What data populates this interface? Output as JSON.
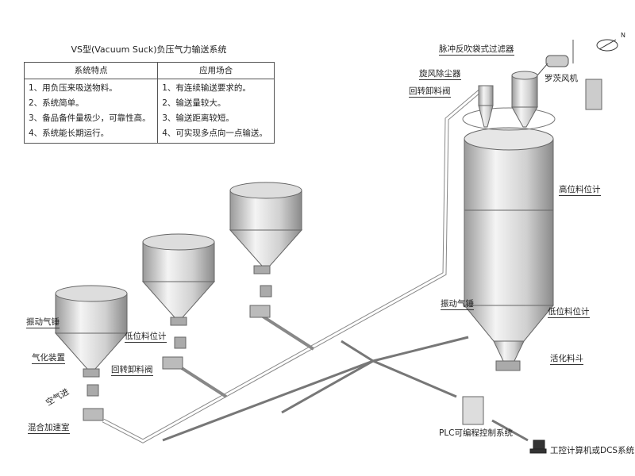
{
  "table": {
    "title": "VS型(Vacuum Suck)负压气力输送系统",
    "headers": [
      "系统特点",
      "应用场合"
    ],
    "features": [
      "1、用负压来吸送物料。",
      "2、系统简单。",
      "3、备品备件量极少，可靠性高。",
      "4、系统能长期运行。"
    ],
    "applications": [
      "1、有连续输送要求的。",
      "2、输送量较大。",
      "3、输送距离较短。",
      "4、可实现多点向一点输送。"
    ]
  },
  "labels": {
    "bag_filter": "脉冲反吹袋式过滤器",
    "cyclone": "旋风除尘器",
    "rotary_valve_top": "回转卸料阀",
    "roots_blower": "罗茨风机",
    "high_level": "高位料位计",
    "vibrator_right": "振动气锤",
    "low_level_right": "低位料位计",
    "activation_hopper": "活化料斗",
    "plc": "PLC可编程控制系统",
    "dcs": "工控计算机或DCS系统",
    "vibrator_left": "振动气锤",
    "aeration": "气化装置",
    "low_level_left": "低位料位计",
    "rotary_valve_left": "回转卸料阀",
    "air_in": "空气进",
    "mixing_chamber": "混合加速室",
    "compass_n": "N"
  }
}
